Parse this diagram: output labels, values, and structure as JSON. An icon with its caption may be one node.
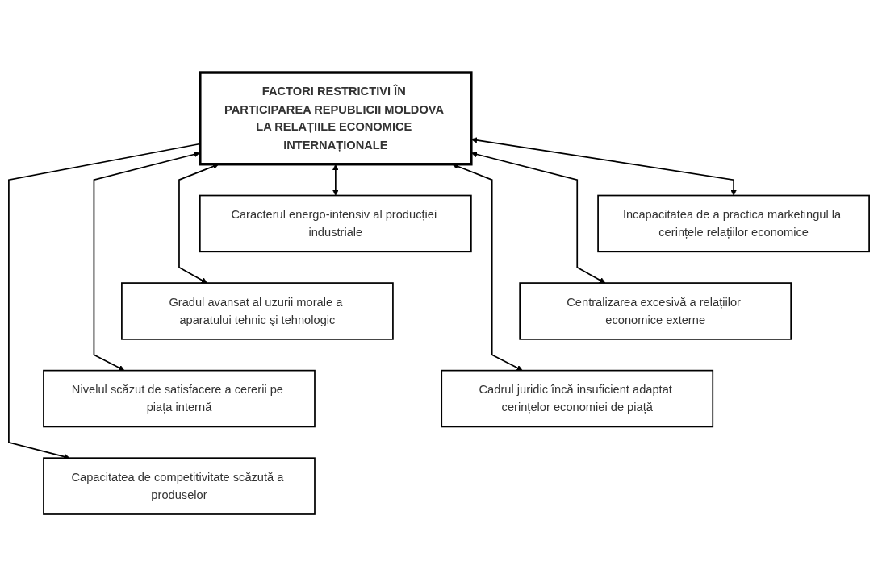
{
  "diagram": {
    "nodes": [
      {
        "text": [
          "FACTORI RESTRICTIVI ÎN PARTICIPAREA REPUBLICII MOLDOVA LA RELAȚIILE ECONOMICE INTERNAȚIONALE"
        ]
      },
      {
        "text": [
          "Caracterul energo-intensiv al producției industriale"
        ]
      },
      {
        "text": [
          "Incapacitatea de a practica marketingul la cerințele relațiilor economice"
        ]
      },
      {
        "text": [
          "Gradul avansat al uzurii morale a aparatului tehnic şi tehnologic"
        ]
      },
      {
        "text": [
          "Centralizarea excesivă a relațiilor economice externe"
        ]
      },
      {
        "text": [
          "Nivelul scăzut de satisfacere a cererii pe piața internă"
        ]
      },
      {
        "text": [
          "Cadrul juridic încă insuficient adaptat cerințelor economiei de piață"
        ]
      },
      {
        "text": [
          "Capacitatea de competitivitate scăzută a produselor"
        ]
      }
    ],
    "edges": [
      {
        "from": 0,
        "to": 1,
        "arrow": "both"
      },
      {
        "from": 0,
        "to": 2,
        "arrow": "both"
      },
      {
        "from": 0,
        "to": 3,
        "arrow": "both"
      },
      {
        "from": 0,
        "to": 4,
        "arrow": "both"
      },
      {
        "from": 0,
        "to": 5,
        "arrow": "both"
      },
      {
        "from": 0,
        "to": 6,
        "arrow": "both"
      },
      {
        "from": 0,
        "to": 7,
        "arrow": "to"
      }
    ]
  }
}
